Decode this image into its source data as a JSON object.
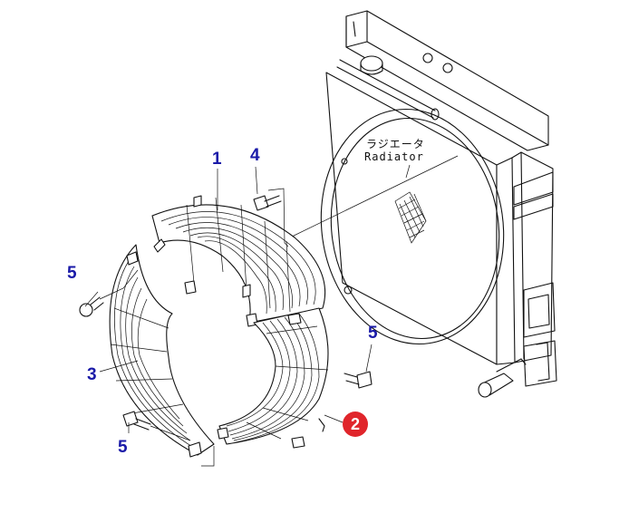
{
  "diagram": {
    "radiator_label_jp": "ラジエータ",
    "radiator_label_en": "Radiator",
    "callouts": {
      "part_1": "1",
      "part_2": "2",
      "part_3": "3",
      "part_4": "4",
      "part_5_left_top": "5",
      "part_5_right": "5",
      "part_5_left_bottom": "5"
    },
    "colors": {
      "callout_text": "#1a1aa8",
      "highlight_circle": "#e0252b",
      "line_art": "#111111"
    }
  }
}
